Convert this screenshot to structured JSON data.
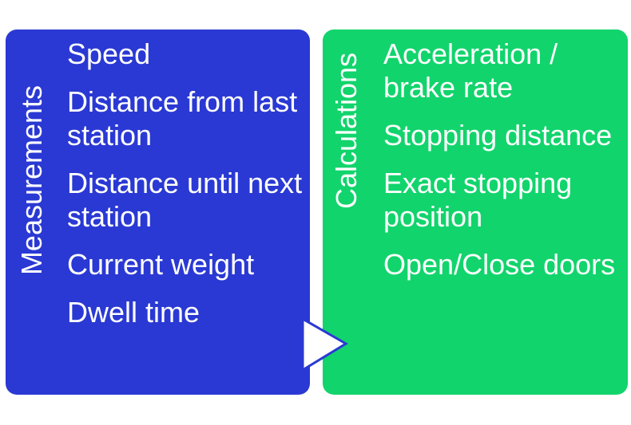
{
  "colors": {
    "measurements_panel": "#2a39d3",
    "calculations_panel": "#12d46c",
    "text": "#ffffff",
    "background": "#ffffff"
  },
  "measurements": {
    "title": "Measurements",
    "items": [
      "Speed",
      "Distance from last station",
      "Distance until next station",
      "Current weight",
      "Dwell time"
    ]
  },
  "calculations": {
    "title": "Calculations",
    "items": [
      "Acceleration / brake rate",
      "Stopping distance",
      "Exact stopping position",
      "Open/Close doors"
    ]
  },
  "connector": {
    "icon": "right-arrow-icon"
  }
}
